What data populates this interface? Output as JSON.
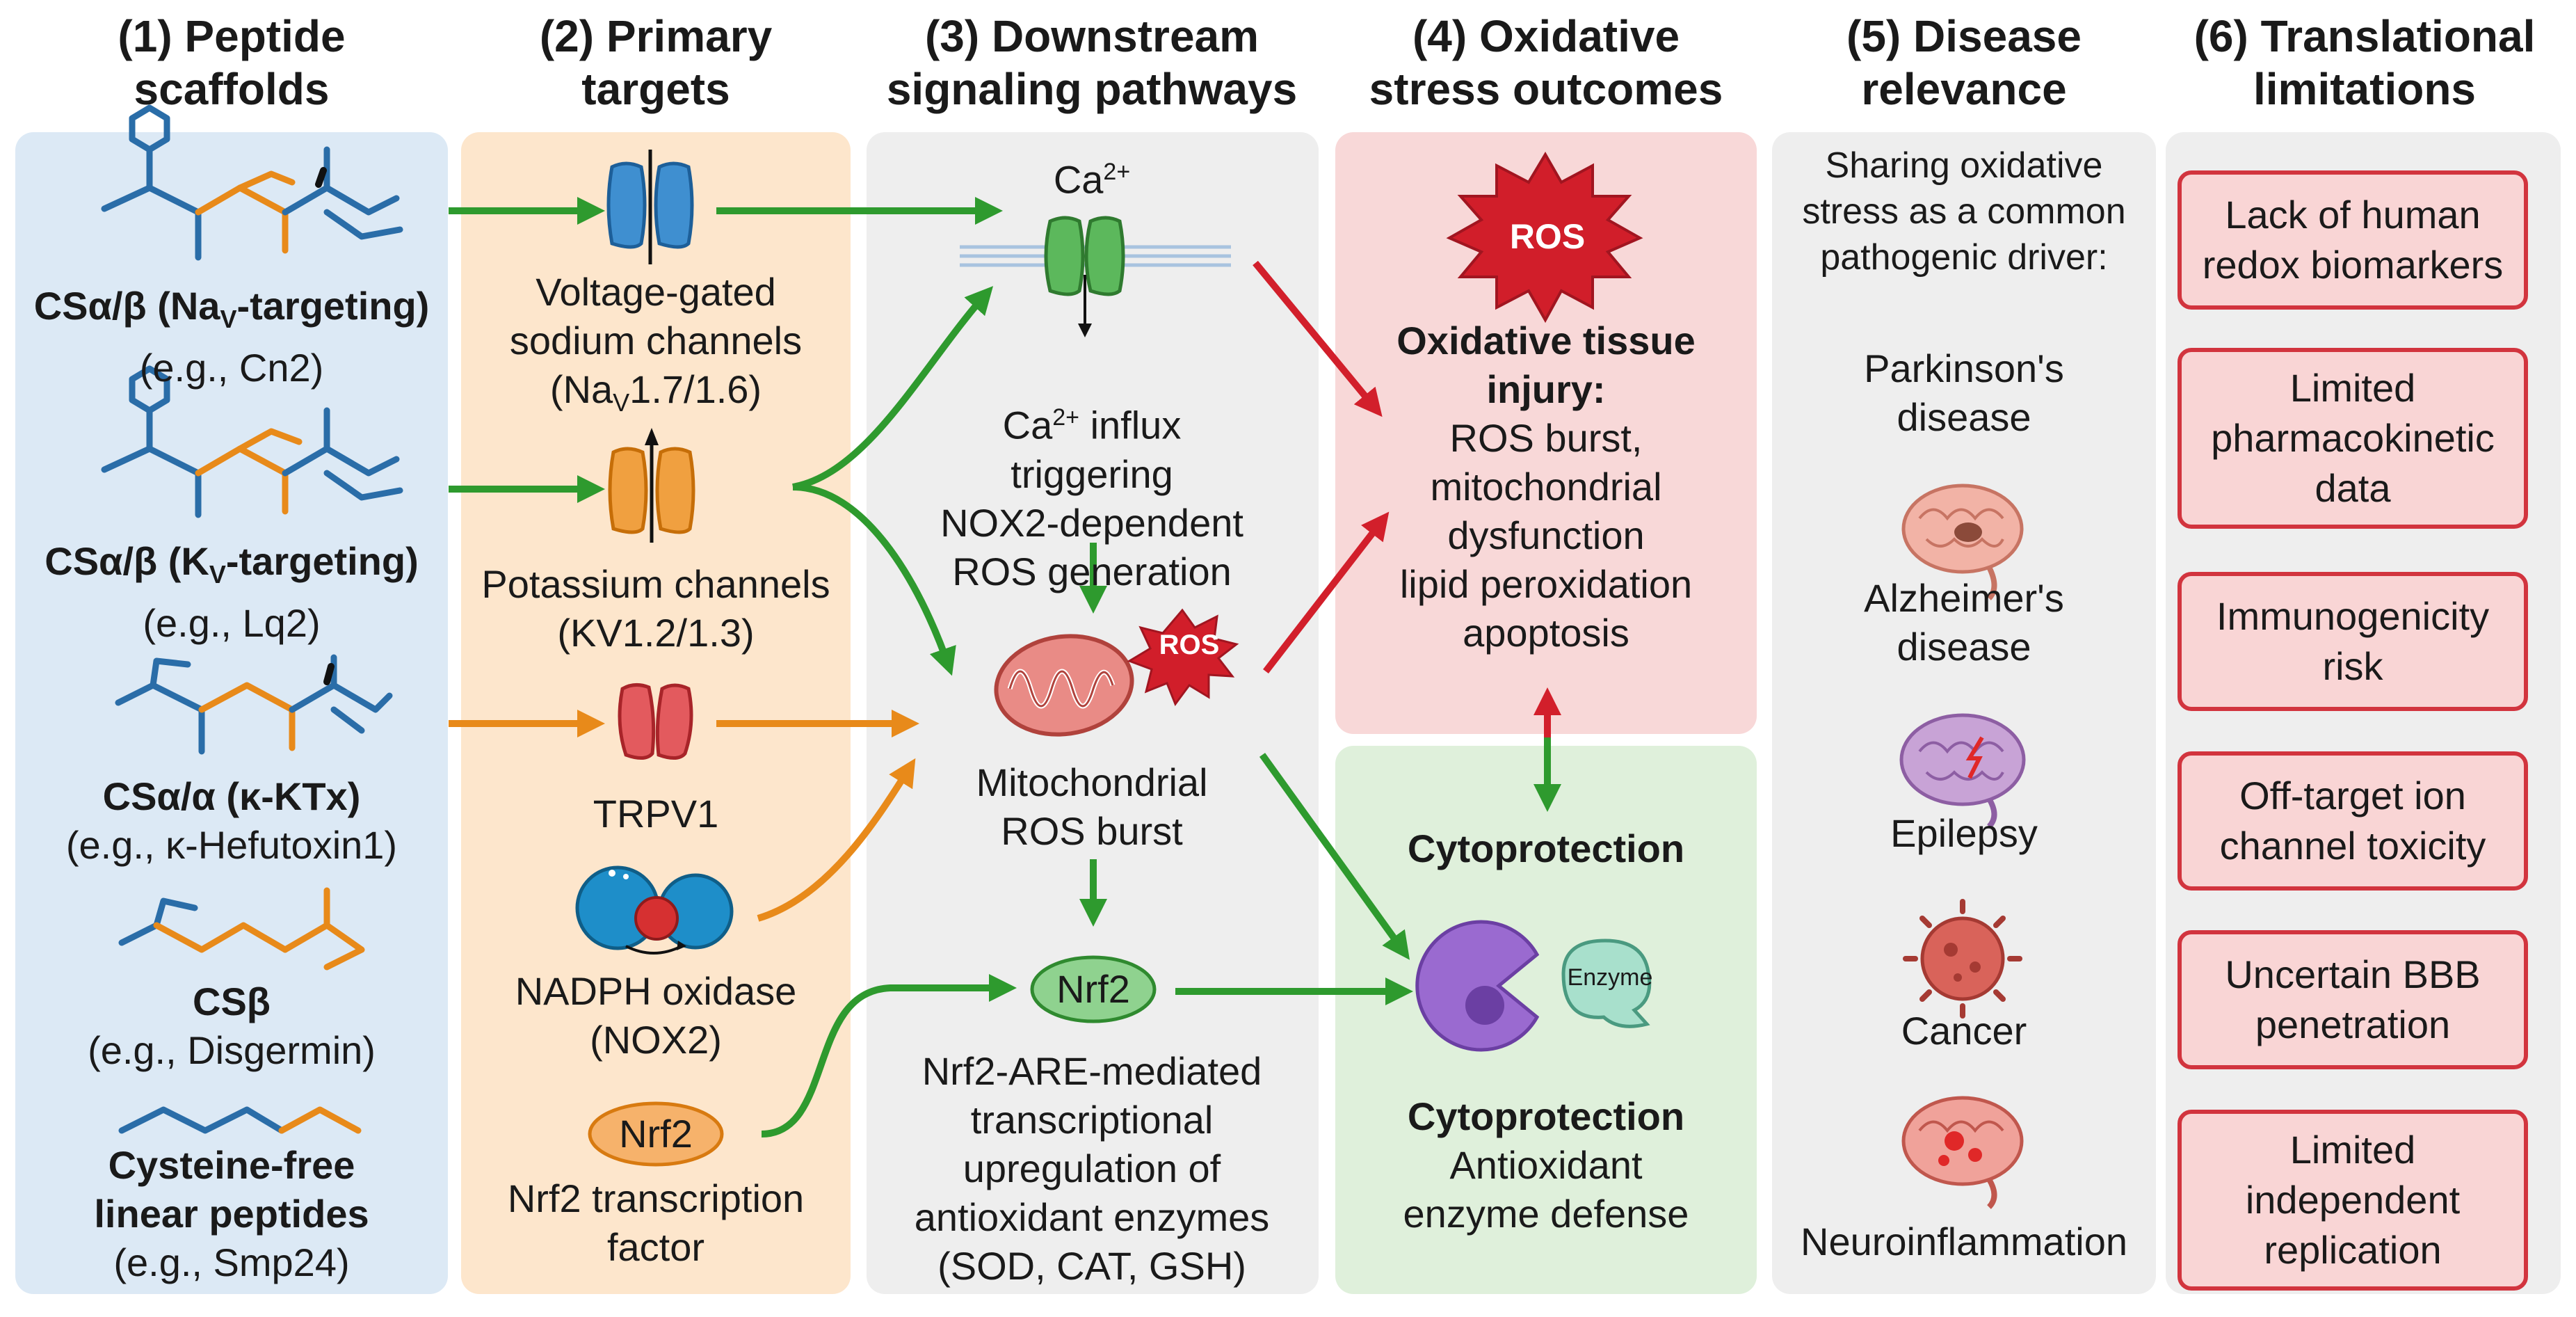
{
  "columns": [
    {
      "title": "(1) Peptide\nscaffolds"
    },
    {
      "title": "(2) Primary\ntargets"
    },
    {
      "title": "(3) Downstream\nsignaling pathways"
    },
    {
      "title": "(4) Oxidative\nstress outcomes"
    },
    {
      "title": "(5) Disease\nrelevance"
    },
    {
      "title": "(6) Translational\nlimitations"
    }
  ],
  "scaffolds": [
    {
      "name": "CSα/β (Na",
      "sub": "V",
      "name_end": "-targeting)",
      "example": "(e.g., Cn2)"
    },
    {
      "name": "CSα/β (K",
      "sub": "V",
      "name_end": "-targeting)",
      "example": "(e.g., Lq2)"
    },
    {
      "name": "CSα/α (κ-KTx)",
      "example": "(e.g., κ-Hefutoxin1)"
    },
    {
      "name": "CSβ",
      "example": "(e.g., Disgermin)"
    },
    {
      "name": "Cysteine-free\nlinear peptides",
      "example": "(e.g., Smp24)"
    }
  ],
  "targets": [
    {
      "label": "Voltage-gated\nsodium channels",
      "detail_a": "(Na",
      "detail_sub": "V",
      "detail_b": "1.7/1.6)"
    },
    {
      "label": "Potassium channels",
      "detail": "(KV1.2/1.3)"
    },
    {
      "label": "TRPV1"
    },
    {
      "label": "NADPH oxidase\n(NOX2)"
    },
    {
      "label": "Nrf2 transcription\nfactor",
      "badge": "Nrf2"
    }
  ],
  "signaling": {
    "ca_label": "Ca",
    "ca_sup": "2+",
    "influx_a": "Ca",
    "influx_sup": "2+",
    "influx_b": " influx\ntriggering\nNOX2-dependent\nROS generation",
    "mito_badge": "ROS",
    "mito_label": "Mitochondrial\nROS burst",
    "nrf2_badge": "Nrf2",
    "nrf2_label": "Nrf2-ARE-mediated\ntranscriptional\nupregulation of\nantioxidant enzymes\n(SOD, CAT, GSH)"
  },
  "outcomes": {
    "ros_badge": "ROS",
    "injury_title": "Oxidative tissue\ninjury:",
    "injury_text": "ROS burst,\nmitochondrial\ndysfunction\nlipid peroxidation\napoptosis",
    "cyto_label": "Cytoprotection",
    "enzyme_label": "Enzyme",
    "cyto_title": "Cytoprotection",
    "cyto_text": "Antioxidant\nenzyme defense"
  },
  "disease": {
    "intro": "Sharing oxidative\nstress as a common\npathogenic driver:",
    "items": [
      "Parkinson's\ndisease",
      "Alzheimer's\ndisease",
      "Epilepsy",
      "Cancer",
      "Neuroinflammation"
    ]
  },
  "limitations": [
    "Lack of human\nredox biomarkers",
    "Limited\npharmacokinetic\ndata",
    "Immunogenicity\nrisk",
    "Off-target ion\nchannel toxicity",
    "Uncertain BBB\npenetration",
    "Limited\nindependent\nreplication"
  ],
  "colors": {
    "panel_blue": "#dce9f5",
    "panel_orange": "#fde6cc",
    "panel_gray": "#eeeeee",
    "panel_red": "#f8d8d8",
    "panel_green": "#dff0db",
    "arrow_green": "#2e9a2e",
    "arrow_orange": "#e88a1a",
    "arrow_red": "#d21f2b",
    "mol_blue": "#2a6da8",
    "mol_orange": "#e88a1a"
  }
}
